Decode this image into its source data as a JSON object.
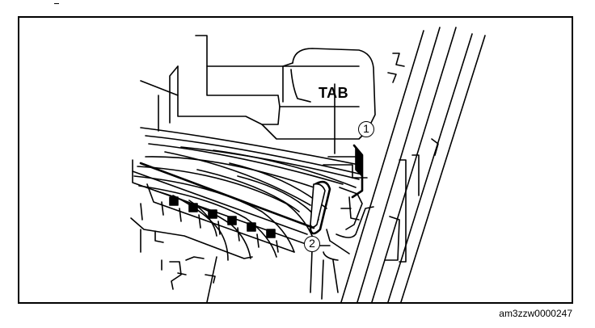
{
  "diagram": {
    "callouts": {
      "tab_label": "TAB",
      "item_1": "1",
      "item_2": "2"
    },
    "reference_code": "am3zzw0000247"
  }
}
